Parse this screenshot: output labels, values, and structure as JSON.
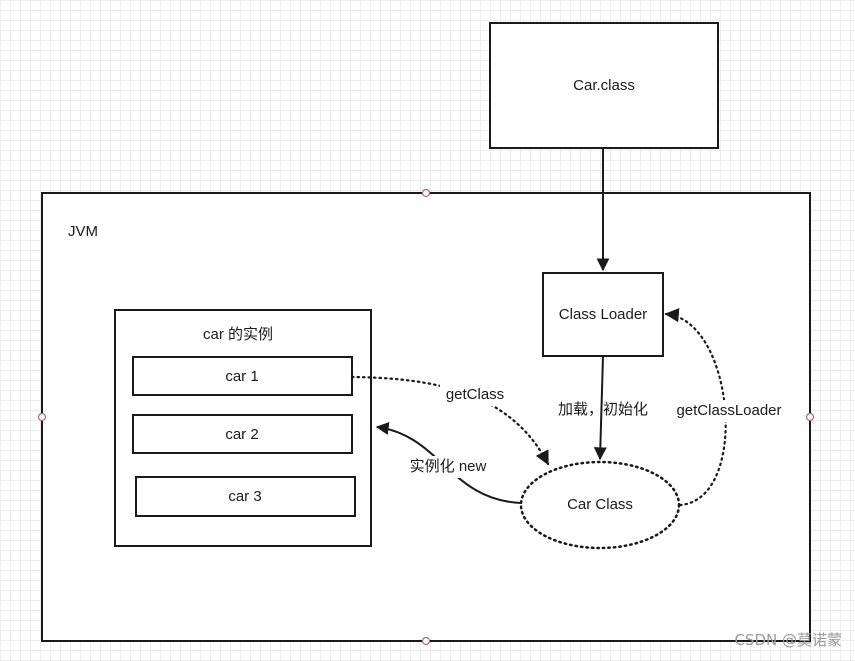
{
  "nodes": {
    "car_class_file": "Car.class",
    "jvm": "JVM",
    "class_loader": "Class Loader",
    "instances_group": "car 的实例",
    "instance_1": "car 1",
    "instance_2": "car 2",
    "instance_3": "car 3",
    "car_class_object": "Car Class"
  },
  "edges": {
    "load_init": "加载，初始化",
    "get_class": "getClass",
    "instantiate_new": "实例化 new",
    "get_class_loader": "getClassLoader"
  },
  "watermark": "CSDN @莫诺蒙"
}
